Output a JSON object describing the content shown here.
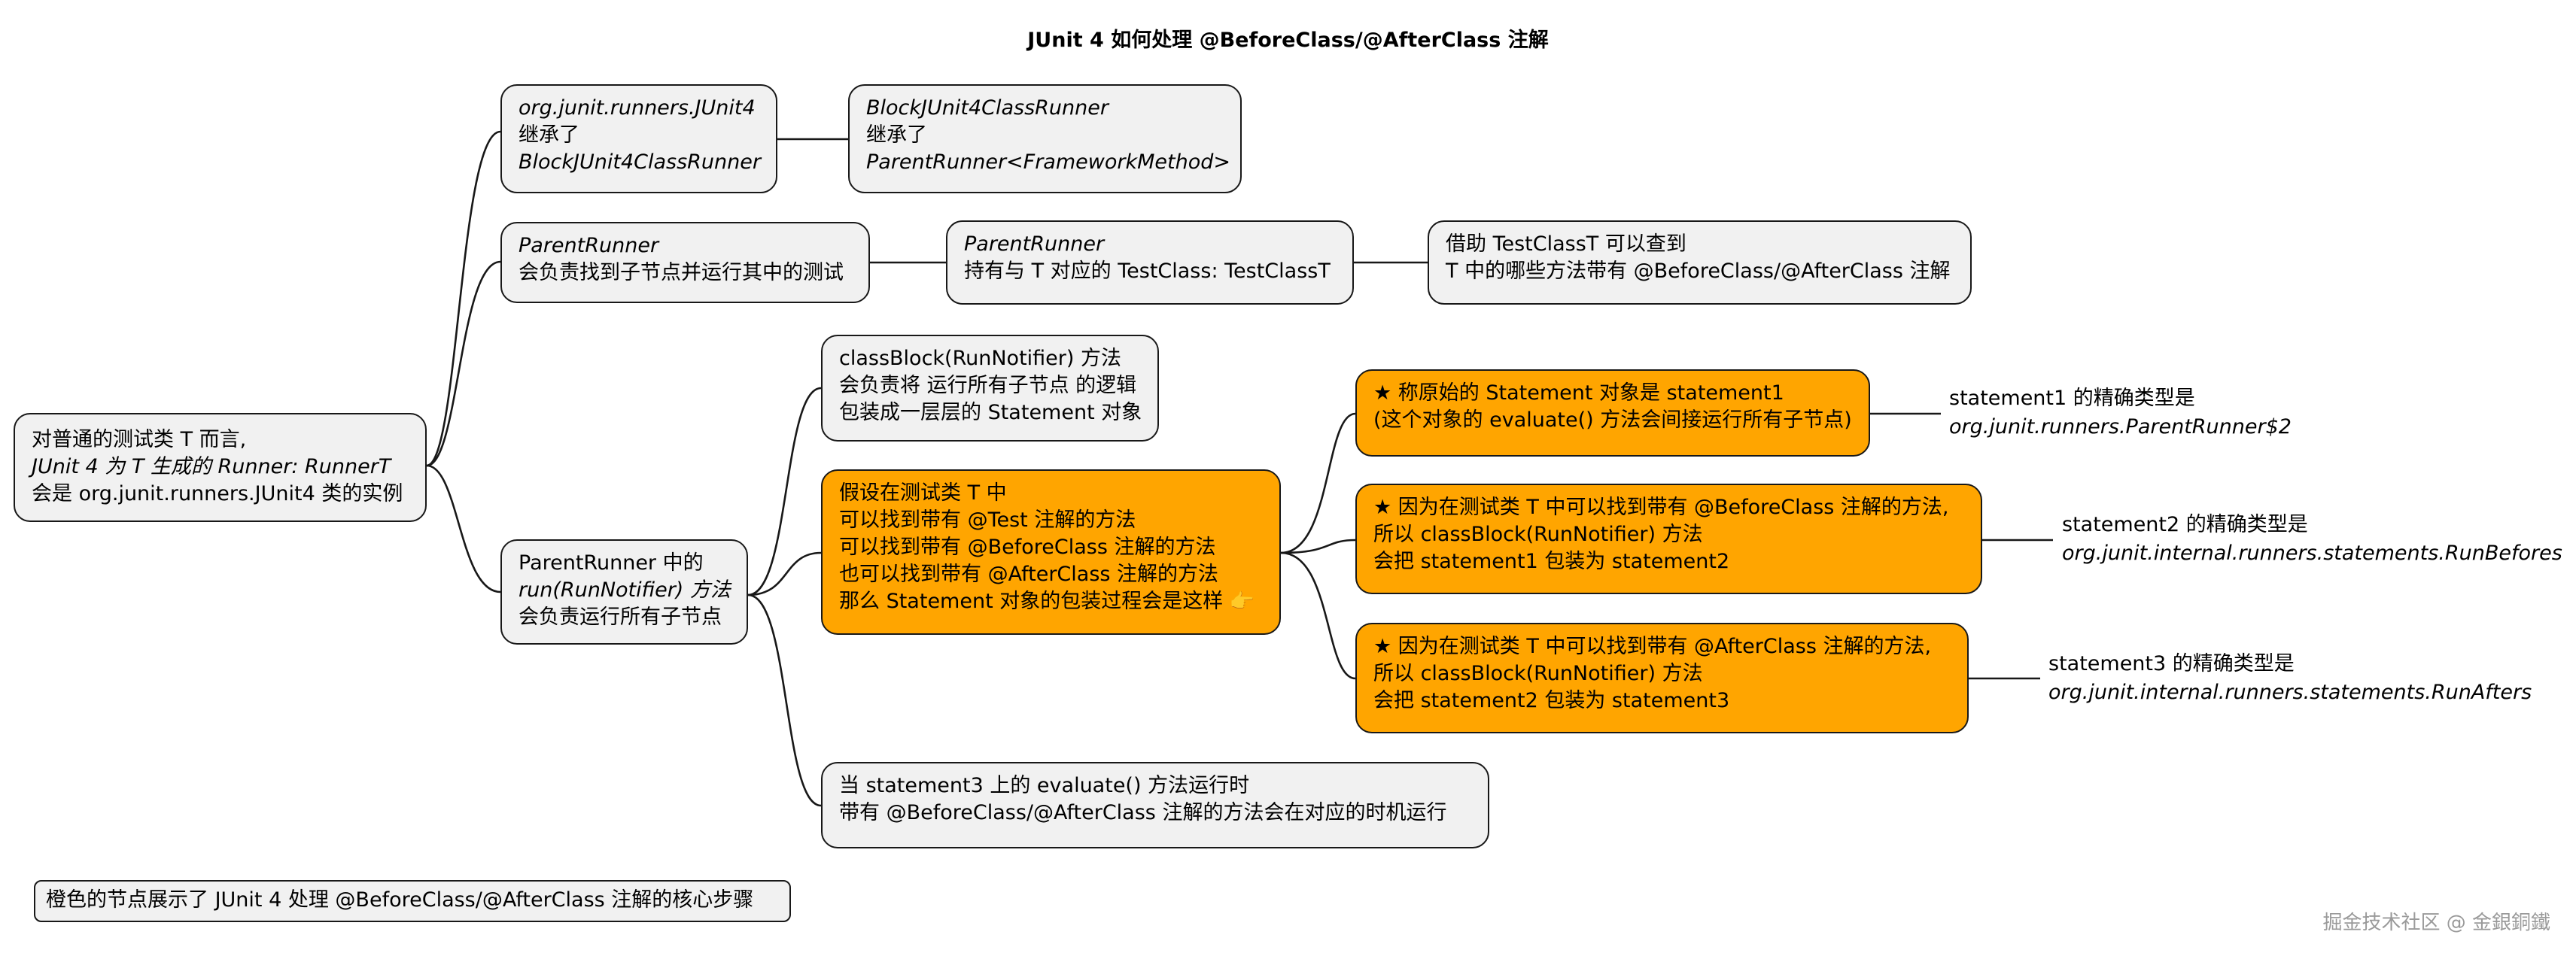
{
  "title": "JUnit 4 如何处理 @BeforeClass/@AfterClass 注解",
  "root": {
    "line1": "对普通的测试类 T 而言,",
    "line2": "JUnit 4 为 T 生成的 Runner: RunnerT",
    "line3": "会是 org.junit.runners.JUnit4 类的实例"
  },
  "junit4_node": {
    "line1": "org.junit.runners.JUnit4",
    "line2": "继承了",
    "line3": "BlockJUnit4ClassRunner"
  },
  "block_runner_node": {
    "line1": "BlockJUnit4ClassRunner",
    "line2": "继承了",
    "line3": "ParentRunner<FrameworkMethod>"
  },
  "parent_runner_node": {
    "line1": "ParentRunner",
    "line2": "会负责找到子节点并运行其中的测试"
  },
  "parent_runner_holds_node": {
    "line1": "ParentRunner",
    "line2": "持有与 T 对应的 TestClass: TestClassT"
  },
  "testclass_node": {
    "line1": "借助 TestClassT 可以查到",
    "line2": "T 中的哪些方法带有 @BeforeClass/@AfterClass 注解"
  },
  "run_node": {
    "line1": "ParentRunner 中的",
    "line2": "run(RunNotifier) 方法",
    "line3": "会负责运行所有子节点"
  },
  "classblock_node": {
    "line1": "classBlock(RunNotifier) 方法",
    "line2": "会负责将 运行所有子节点 的逻辑",
    "line3": "包装成一层层的 Statement 对象"
  },
  "assume_node": {
    "line1": "假设在测试类 T 中",
    "line2": "可以找到带有 @Test 注解的方法",
    "line3": "可以找到带有 @BeforeClass 注解的方法",
    "line4": "也可以找到带有 @AfterClass 注解的方法",
    "line5": "那么 Statement 对象的包装过程会是这样 👉"
  },
  "step1_node": {
    "line1": "★ 称原始的 Statement 对象是 statement1",
    "line2": "(这个对象的 evaluate() 方法会间接运行所有子节点)"
  },
  "step2_node": {
    "line1": "★ 因为在测试类 T 中可以找到带有 @BeforeClass 注解的方法,",
    "line2": "所以 classBlock(RunNotifier) 方法",
    "line3": "会把 statement1 包装为 statement2"
  },
  "step3_node": {
    "line1": "★ 因为在测试类 T 中可以找到带有 @AfterClass 注解的方法,",
    "line2": "所以 classBlock(RunNotifier) 方法",
    "line3": "会把 statement2 包装为 statement3"
  },
  "leaf1": {
    "line1": "statement1 的精确类型是",
    "line2": "org.junit.runners.ParentRunner$2"
  },
  "leaf2": {
    "line1": "statement2 的精确类型是",
    "line2": "org.junit.internal.runners.statements.RunBefores"
  },
  "leaf3": {
    "line1": "statement3 的精确类型是",
    "line2": "org.junit.internal.runners.statements.RunAfters"
  },
  "evaluate_node": {
    "line1": "当 statement3 上的 evaluate() 方法运行时",
    "line2": "带有 @BeforeClass/@AfterClass 注解的方法会在对应的时机运行"
  },
  "legend": "橙色的节点展示了 JUnit 4 处理 @BeforeClass/@AfterClass 注解的核心步骤",
  "watermark": "掘金技术社区 @ 金銀銅鐵",
  "colors": {
    "highlight": "#ffa500",
    "node_fill": "#f1f1f1",
    "border": "#181818"
  }
}
